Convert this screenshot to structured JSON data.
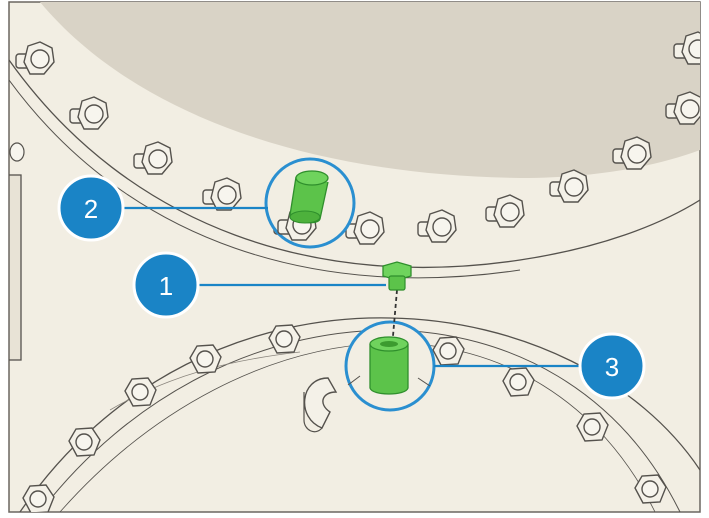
{
  "illustration": {
    "subject": "flange-bolt-replacement-detail",
    "colors": {
      "background": "#f2eee3",
      "shadow": "#d9d3c6",
      "line": "#55524d",
      "bolt_fill": "#f4f1e8",
      "highlight_green": "#5cc34a",
      "highlight_green_dark": "#2f8f2c",
      "callout_blue": "#1a84c6",
      "callout_ring": "#2a8fd0"
    }
  },
  "callouts": [
    {
      "number": "1",
      "target": "small-hex-bolt"
    },
    {
      "number": "2",
      "target": "green-sleeve-upper"
    },
    {
      "number": "3",
      "target": "green-sleeve-lower"
    }
  ]
}
